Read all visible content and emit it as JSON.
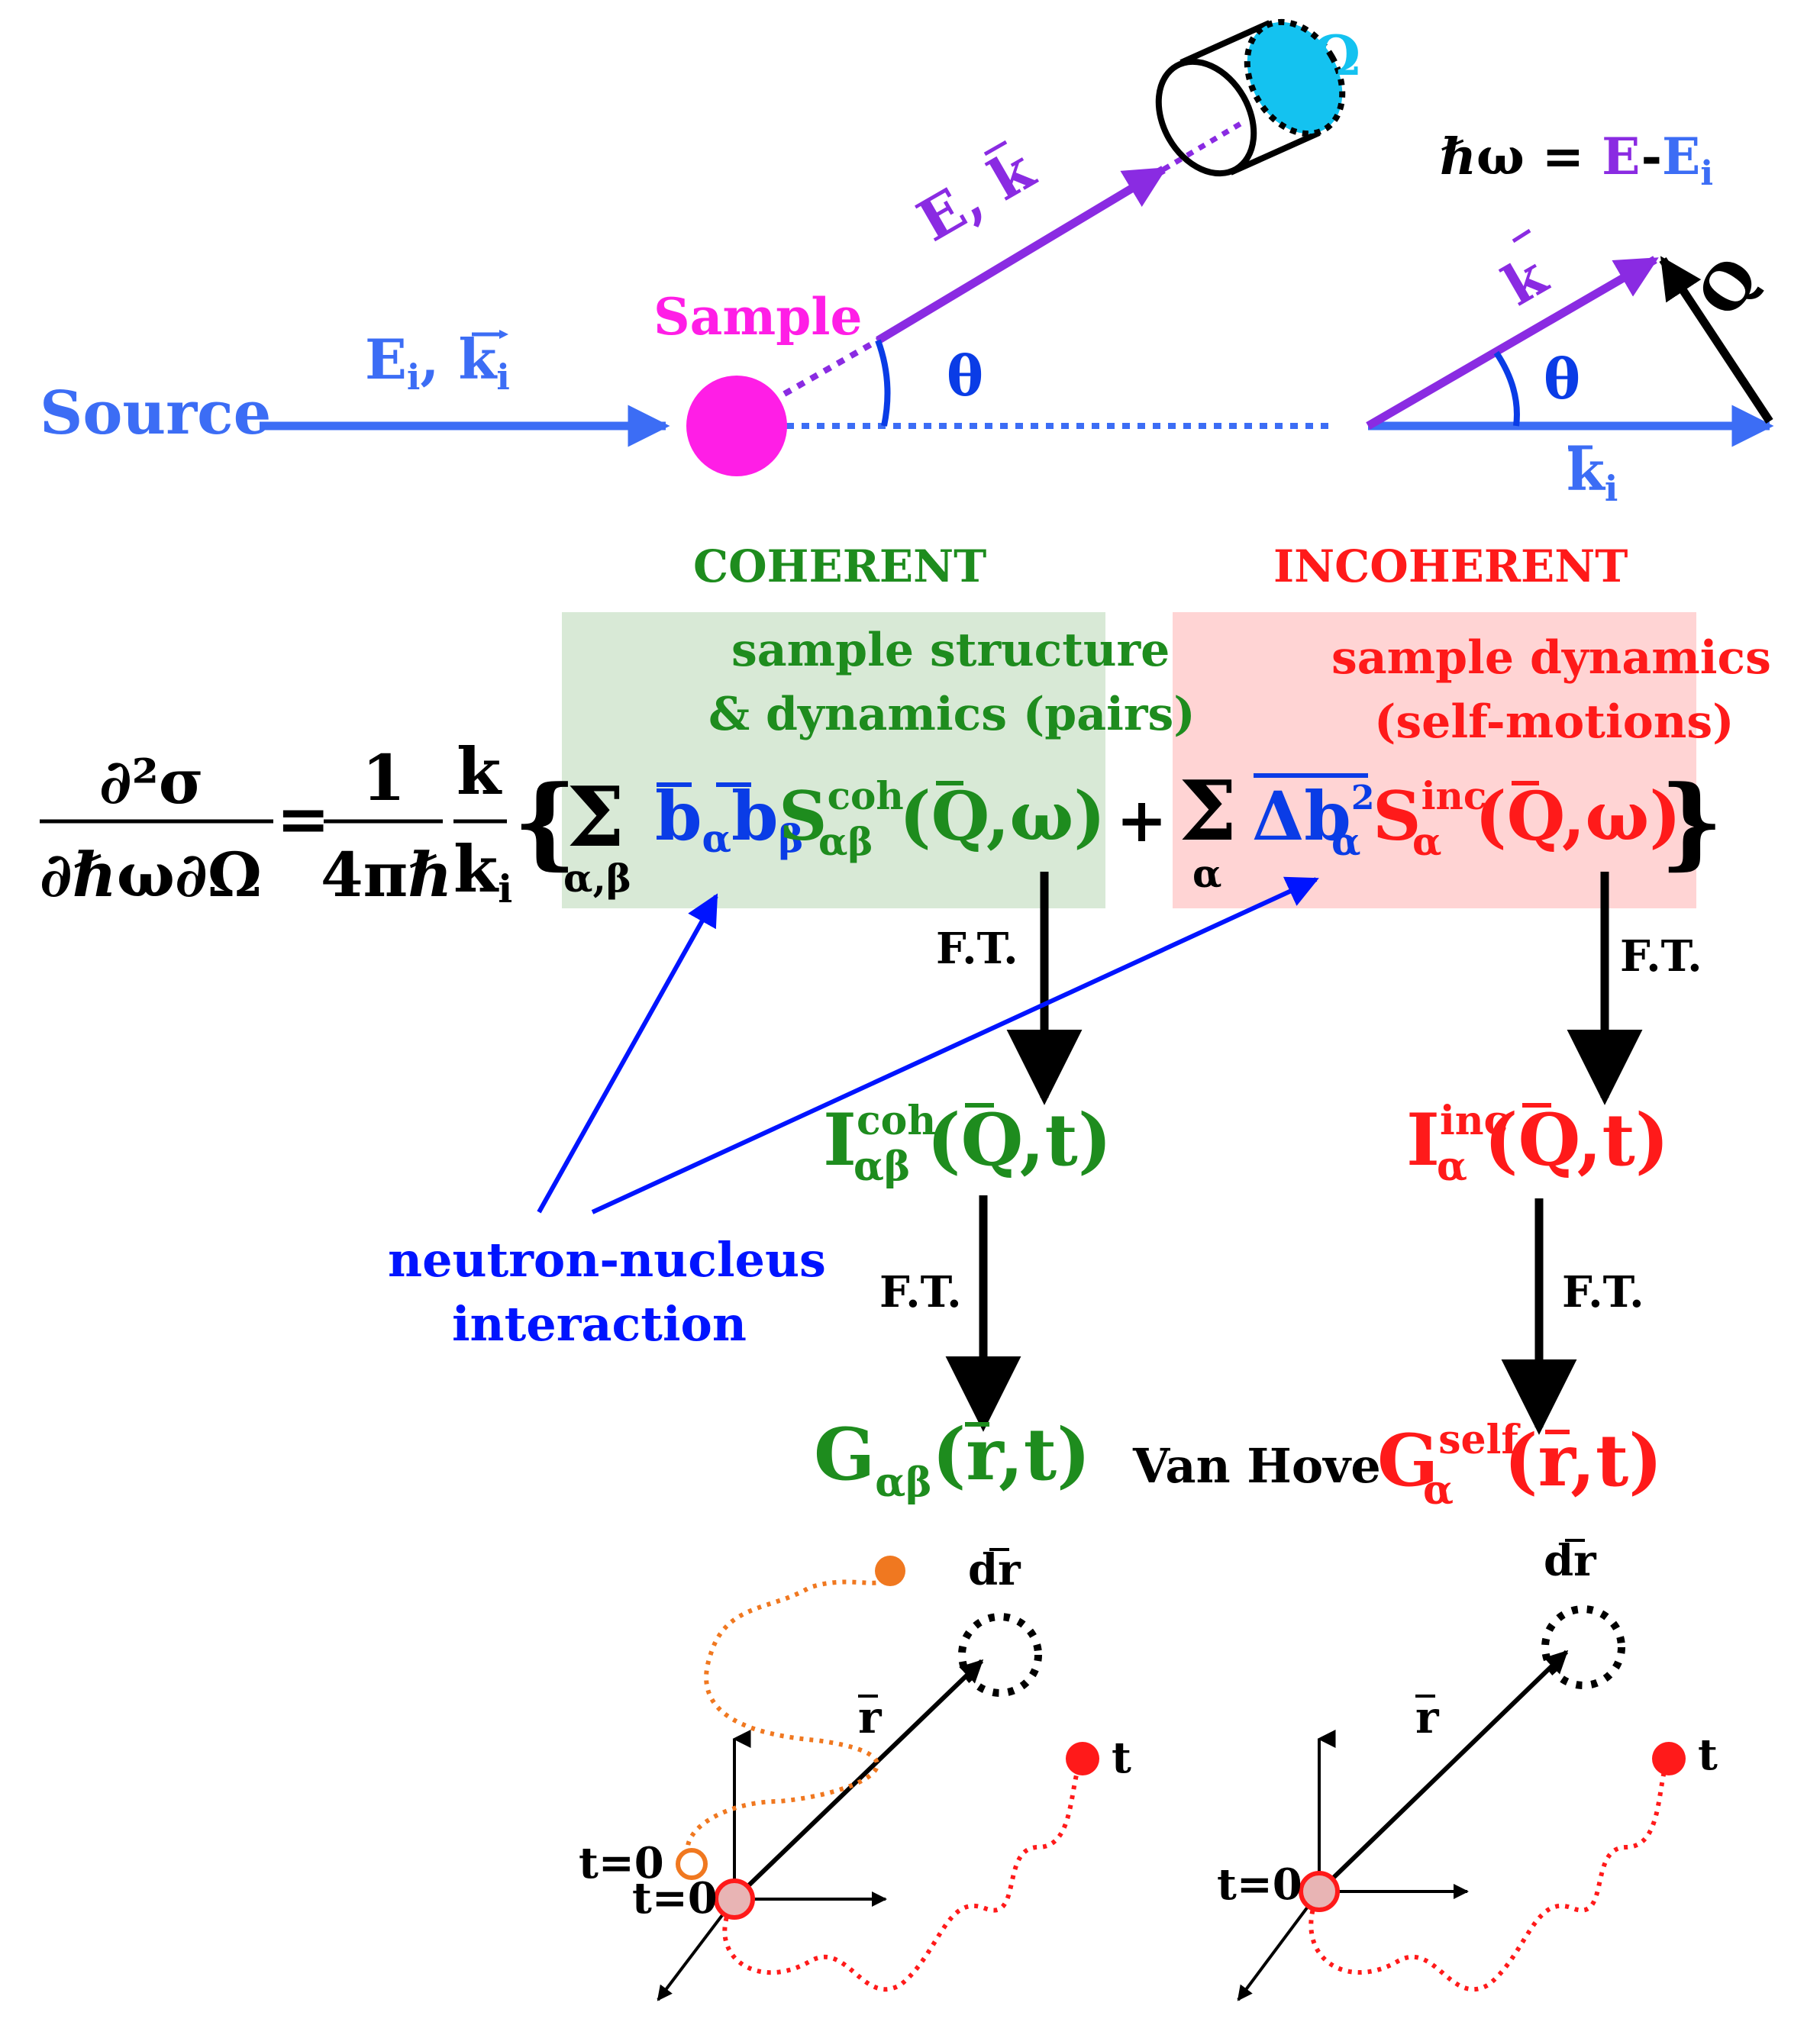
{
  "colors": {
    "blue": "#3c6df5",
    "purple": "#8a2be2",
    "magenta": "#ff1ee6",
    "cyan": "#14c2f0",
    "green": "#1e8c1e",
    "red": "#ff1a1a",
    "black": "#000000",
    "orange": "#f07820",
    "deep_blue": "#0014ff",
    "green_box": "#d8e9d6",
    "red_box": "#ffd4d4"
  },
  "top": {
    "source": "Source",
    "incident_E": "E",
    "incident_sub": "i",
    "incident_comma": ", k",
    "incident_k_sub": "i",
    "sample": "Sample",
    "theta": "θ",
    "scattered": "E, k",
    "omega": "Ω",
    "energy_lhs": "ℏω = ",
    "energy_E": "E",
    "energy_minus": "-",
    "energy_Ei": "E",
    "energy_Ei_sub": "i",
    "vec_k": "k",
    "vec_theta": "θ",
    "vec_Q": "Q",
    "vec_ki": "k",
    "vec_ki_sub": "i"
  },
  "labels": {
    "coherent": "COHERENT",
    "incoherent": "INCOHERENT",
    "coh_desc_1": "sample structure",
    "coh_desc_2": "& dynamics (pairs)",
    "inc_desc_1": "sample dynamics",
    "inc_desc_2": "(self-motions)",
    "ft": "F.T.",
    "van_hove": "Van Hove",
    "nn_1": "neutron-nucleus",
    "nn_2": "interaction"
  },
  "equation": {
    "lhs_num": "∂²σ",
    "lhs_den": "∂ℏω∂Ω",
    "equals": "=",
    "c_num": "1",
    "c_den": "4πℏ",
    "k_num": "k",
    "k_den": "k",
    "k_den_sub": "i",
    "open_brace": "{",
    "sigma": "Σ",
    "sigma_sub_coh": "α,β",
    "b_a": "b",
    "b_a_sub": "α",
    "b_b": "b",
    "b_b_sub": "β",
    "S_coh": "S",
    "S_coh_sup": "coh",
    "S_coh_sub": "αβ",
    "coh_args": "(Q,ω)",
    "plus": "+",
    "sigma_sub_inc": "α",
    "db": "Δb",
    "db_sup": "2",
    "db_sub": "α",
    "S_inc": "S",
    "S_inc_sup": "inc",
    "S_inc_sub": "α",
    "inc_args": "(Q,ω)",
    "close_brace": "}"
  },
  "intermediate": {
    "I_coh": "I",
    "I_coh_sup": "coh",
    "I_coh_sub": "αβ",
    "I_coh_args": "(Q,t)",
    "I_inc": "I",
    "I_inc_sup": "inc",
    "I_inc_sub": "α",
    "I_inc_args": "(Q,t)",
    "G_coh": "G",
    "G_coh_sub": "αβ",
    "G_coh_args": "(r,t)",
    "G_self": "G",
    "G_self_sup": "self",
    "G_self_sub": "α",
    "G_self_args": "(r,t)"
  },
  "bottom": {
    "dr": "dr",
    "r": "r",
    "t": "t",
    "t0": "t=0"
  }
}
